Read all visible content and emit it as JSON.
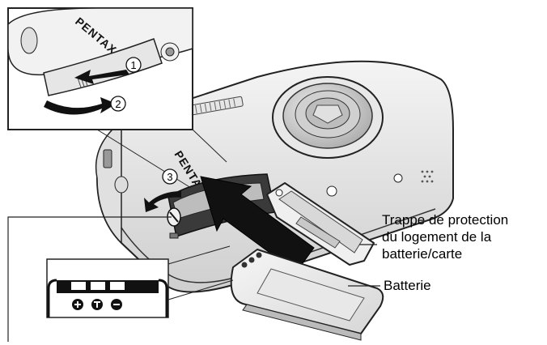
{
  "labels": {
    "door_line1": "Trappe de protection",
    "door_line2": "du logement de la",
    "door_line3": "batterie/carte",
    "battery": "Batterie"
  },
  "brand": {
    "inset": "PENTAX",
    "camera": "PENTAX"
  },
  "steps": [
    "1",
    "2",
    "3"
  ]
}
